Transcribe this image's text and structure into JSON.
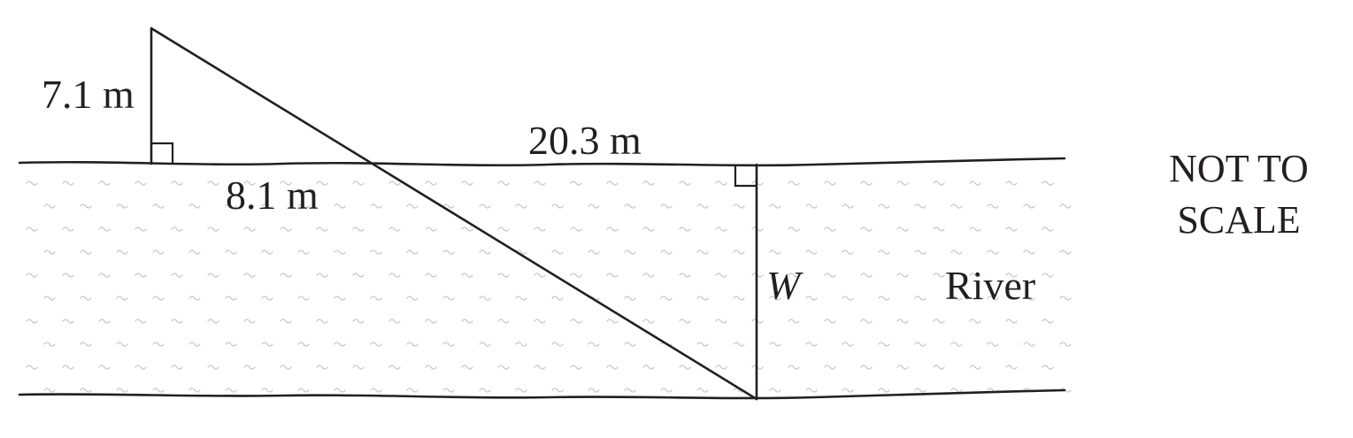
{
  "diagram": {
    "labels": {
      "pole_height": "7.1 m",
      "bank_distance": "8.1 m",
      "span_distance": "20.3 m",
      "river_width": "W",
      "river": "River"
    },
    "note": {
      "line1": "NOT TO",
      "line2": "SCALE"
    },
    "colors": {
      "ink": "#231f20",
      "water_pattern": "#c9c9c9"
    }
  }
}
